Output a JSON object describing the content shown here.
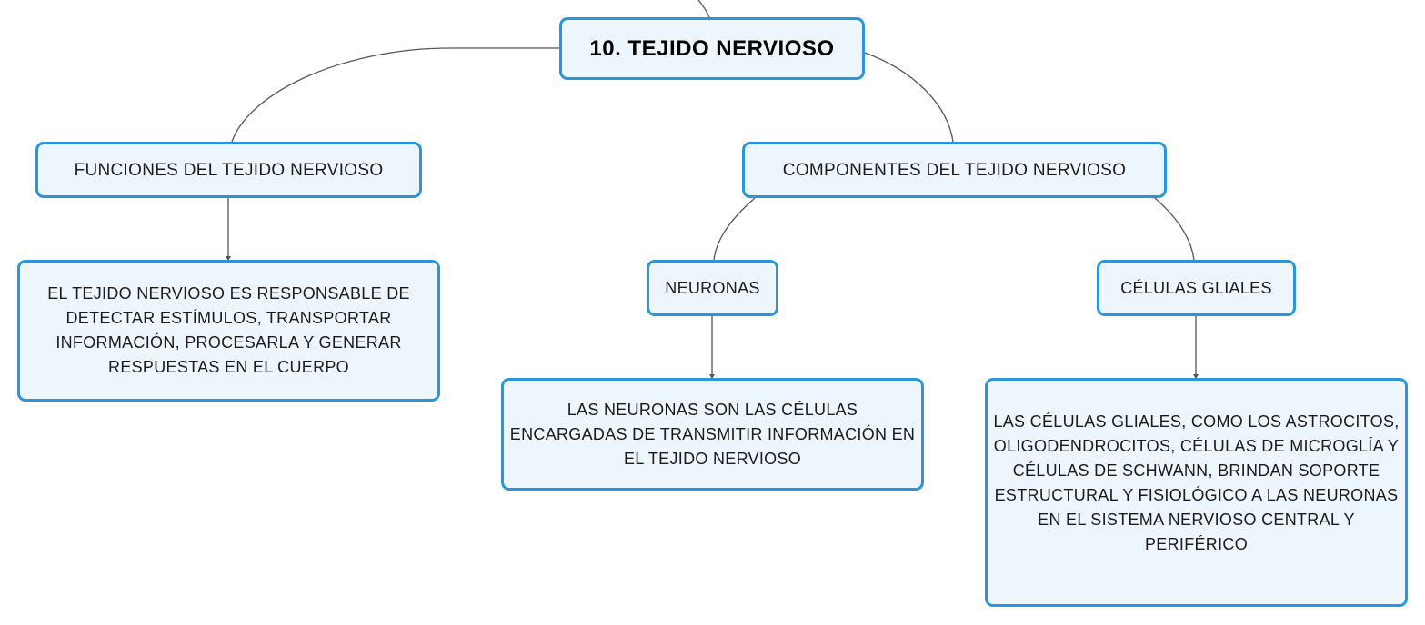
{
  "root": {
    "title": "10. TEJIDO NERVIOSO"
  },
  "branches": {
    "funciones": {
      "label": "FUNCIONES DEL TEJIDO NERVIOSO",
      "description": "EL TEJIDO NERVIOSO ES RESPONSABLE DE DETECTAR ESTÍMULOS, TRANSPORTAR INFORMACIÓN, PROCESARLA Y GENERAR RESPUESTAS EN EL CUERPO"
    },
    "componentes": {
      "label": "COMPONENTES DEL TEJIDO NERVIOSO",
      "neuronas": {
        "label": "NEURONAS",
        "description": "LAS NEURONAS SON LAS CÉLULAS ENCARGADAS DE TRANSMITIR INFORMACIÓN EN EL TEJIDO NERVIOSO"
      },
      "gliales": {
        "label": "CÉLULAS GLIALES",
        "description": "LAS CÉLULAS GLIALES, COMO LOS ASTROCITOS, OLIGODENDROCITOS, CÉLULAS DE MICROGLÍA Y CÉLULAS DE SCHWANN, BRINDAN SOPORTE ESTRUCTURAL Y FISIOLÓGICO A LAS NEURONAS EN EL SISTEMA NERVIOSO CENTRAL Y PERIFÉRICO"
      }
    }
  },
  "colors": {
    "node_border": "#2b95dc",
    "node_fill": "#eef6fd",
    "connector": "#555555"
  }
}
